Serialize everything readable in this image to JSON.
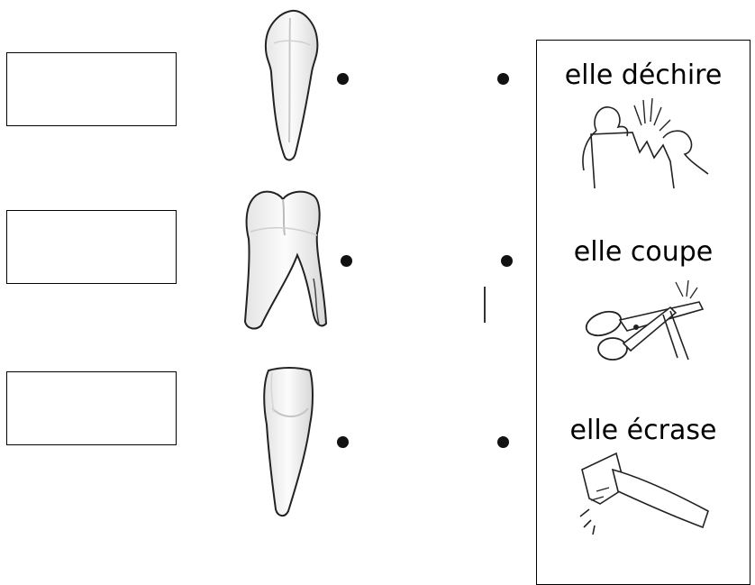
{
  "worksheet": {
    "actions": [
      {
        "label": "elle déchire",
        "icon": "tearing-paper-icon"
      },
      {
        "label": "elle coupe",
        "icon": "scissors-icon"
      },
      {
        "label": "elle écrase",
        "icon": "hammer-icon"
      }
    ],
    "teeth": [
      {
        "icon": "canine-tooth-icon"
      },
      {
        "icon": "molar-tooth-icon"
      },
      {
        "icon": "incisor-tooth-icon"
      }
    ],
    "colors": {
      "ink": "#000000",
      "tooth_fill": "#f1f1f1",
      "dot": "#111111"
    }
  }
}
